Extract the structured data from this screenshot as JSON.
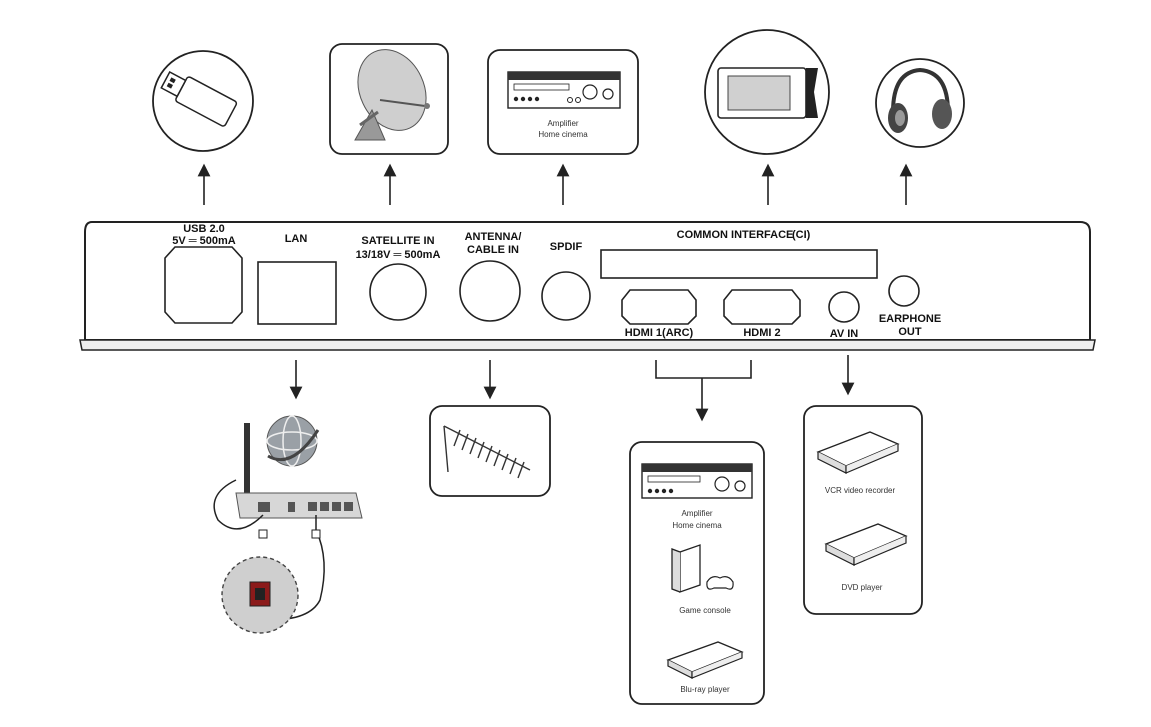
{
  "ports": {
    "usb_line1": "USB 2.0",
    "usb_line2": "5V ═ 500mA",
    "lan": "LAN",
    "satellite_line1": "SATELLITE IN",
    "satellite_line2": "13/18V ═ 500mA",
    "antenna_line1": "ANTENNA/",
    "antenna_line2": "CABLE IN",
    "spdif": "SPDIF",
    "ci": "COMMON INTERFACE",
    "ci_abbr": "(CI)",
    "hdmi1": "HDMI 1(ARC)",
    "hdmi2": "HDMI 2",
    "av_in": "AV IN",
    "earphone_line1": "EARPHONE",
    "earphone_line2": "OUT"
  },
  "devices": {
    "amplifier_top_line1": "Amplifier",
    "amplifier_top_line2": "Home cinema",
    "amplifier_hdmi_line1": "Amplifier",
    "amplifier_hdmi_line2": "Home cinema",
    "game_console": "Game console",
    "bluray": "Blu-ray player",
    "vcr": "VCR video recorder",
    "dvd": "DVD player"
  },
  "icons": [
    "usb-stick-icon",
    "satellite-dish-icon",
    "amplifier-icon",
    "ci-module-icon",
    "headphones-icon",
    "router-icon",
    "globe-icon",
    "wall-socket-icon",
    "yagi-antenna-icon",
    "game-console-icon",
    "bluray-player-icon",
    "vcr-icon",
    "dvd-player-icon"
  ]
}
